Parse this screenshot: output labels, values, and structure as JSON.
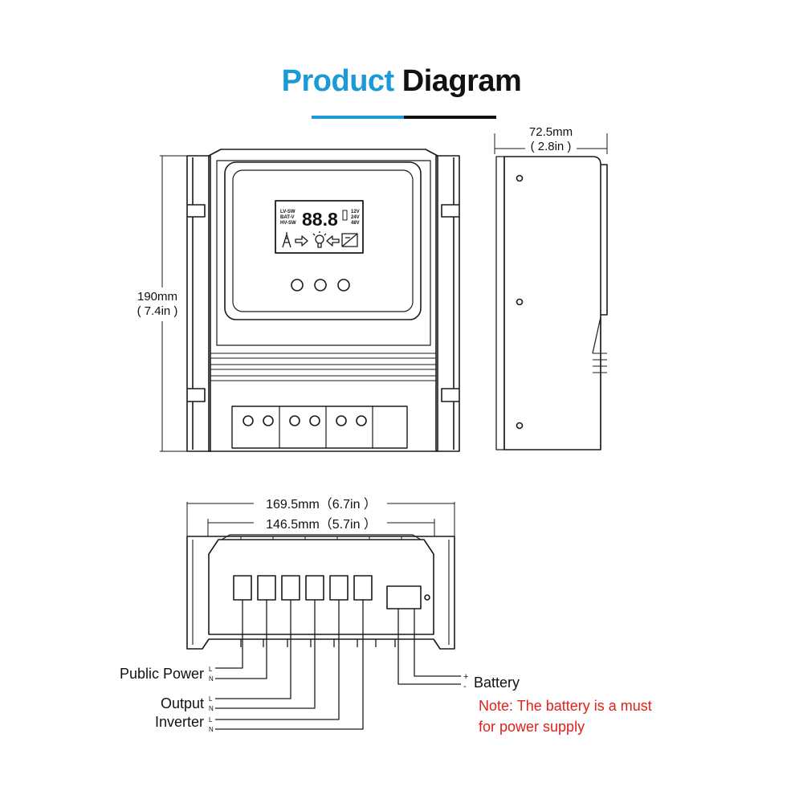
{
  "title": {
    "word1": "Product",
    "word2": "Diagram"
  },
  "dimensions": {
    "depth_mm": "72.5mm",
    "depth_in": "( 2.8in )",
    "height_mm": "190mm",
    "height_in": "( 7.4in )",
    "width_outer": "169.5mm（6.7in ）",
    "width_inner": "146.5mm（5.7in ）"
  },
  "lcd": {
    "left_labels": [
      "LV-SW",
      "BAT-V",
      "HV-SW"
    ],
    "right_labels": [
      "12V",
      "24V",
      "48V"
    ],
    "digits": "88.8"
  },
  "terminals": {
    "public_power": "Public Power",
    "output": "Output",
    "inverter": "Inverter",
    "battery": "Battery",
    "line": "L",
    "neutral": "N",
    "plus": "+",
    "minus": "-"
  },
  "note": {
    "line1": "Note: The battery is a must",
    "line2": "for power supply",
    "color": "#e0201b"
  },
  "colors": {
    "accent_blue": "#1a9ad6",
    "ink": "#111111"
  }
}
